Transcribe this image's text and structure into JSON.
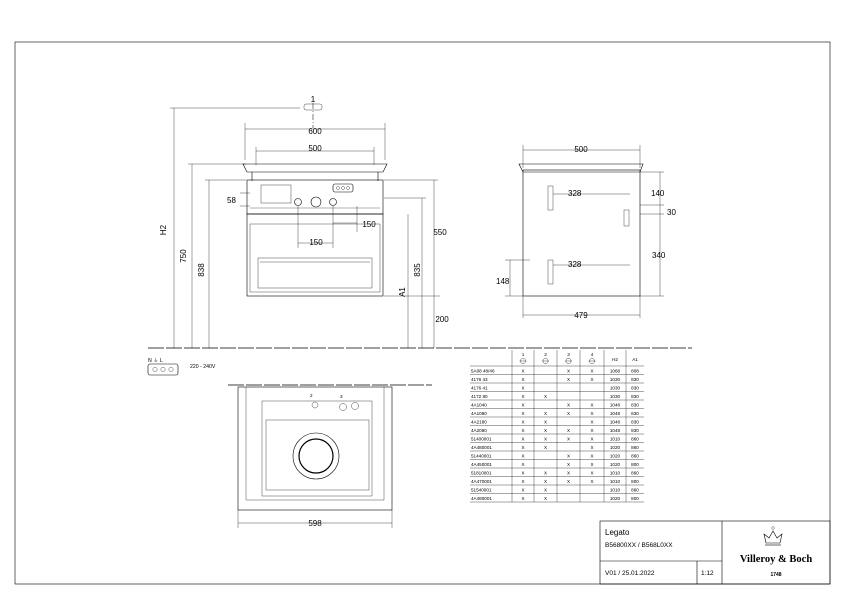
{
  "front_view": {
    "callout": "1",
    "dim_total_width": "600",
    "dim_basin_width": "500",
    "dim_58": "58",
    "dim_150a": "150",
    "dim_150b": "150",
    "dim_h2": "H2",
    "dim_750": "750",
    "dim_838": "838",
    "dim_835": "835",
    "dim_a1": "A1",
    "dim_550": "550",
    "dim_200": "200"
  },
  "side_view": {
    "dim_500": "500",
    "dim_328a": "328",
    "dim_328b": "328",
    "dim_140": "140",
    "dim_30": "30",
    "dim_340": "340",
    "dim_148": "148",
    "dim_479": "479"
  },
  "plan_view": {
    "callout_2": "2",
    "callout_3": "3",
    "dim_598": "598"
  },
  "power": {
    "terminal_label": "N ⏚ L",
    "voltage": "220 - 240V"
  },
  "variants_table": {
    "headers": [
      "",
      "1",
      "2",
      "3",
      "4",
      "H2",
      "A1"
    ],
    "rows": [
      [
        "5A08 48/46",
        "X",
        "",
        "X",
        "X",
        "1068",
        "808"
      ],
      [
        "4176 43",
        "X",
        "",
        "X",
        "X",
        "1030",
        "830"
      ],
      [
        "4176 41",
        "X",
        "",
        "",
        "",
        "1030",
        "830"
      ],
      [
        "4172 80",
        "X",
        "X",
        "",
        "",
        "1030",
        "830"
      ],
      [
        "4A1040",
        "X",
        "",
        "X",
        "X",
        "1048",
        "830"
      ],
      [
        "4A1080",
        "X",
        "X",
        "X",
        "X",
        "1048",
        "830"
      ],
      [
        "4A2180",
        "X",
        "X",
        "",
        "X",
        "1048",
        "830"
      ],
      [
        "4A2080",
        "X",
        "X",
        "X",
        "X",
        "1048",
        "830"
      ],
      [
        "51400001",
        "X",
        "X",
        "X",
        "X",
        "1010",
        "860"
      ],
      [
        "4A480001",
        "X",
        "X",
        "",
        "X",
        "1020",
        "860"
      ],
      [
        "51440001",
        "X",
        "",
        "X",
        "X",
        "1020",
        "860"
      ],
      [
        "4A450001",
        "X",
        "",
        "X",
        "X",
        "1020",
        "800"
      ],
      [
        "51810001",
        "X",
        "X",
        "X",
        "X",
        "1010",
        "860"
      ],
      [
        "4A470001",
        "X",
        "X",
        "X",
        "X",
        "1010",
        "800"
      ],
      [
        "51540001",
        "X",
        "X",
        "",
        "",
        "1010",
        "860"
      ],
      [
        "4A480001",
        "X",
        "X",
        "",
        "",
        "1020",
        "800"
      ]
    ]
  },
  "title_block": {
    "product": "Legato",
    "codes": "B56800XX / B568L0XX",
    "version": "V01 / 25.01.2022",
    "scale": "1:12",
    "brand": "Villeroy & Boch",
    "year": "1748"
  }
}
